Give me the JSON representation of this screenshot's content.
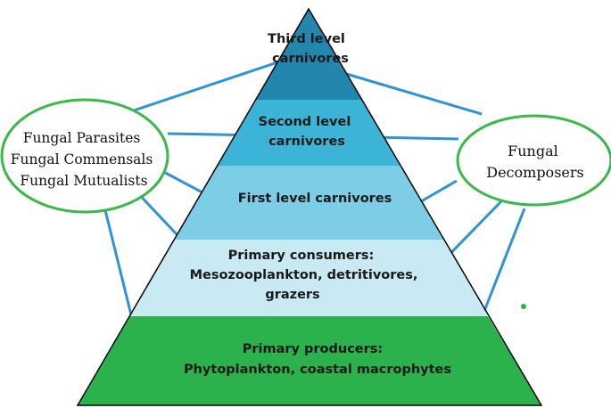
{
  "pyramid": {
    "tiers": [
      {
        "id": "third-level",
        "lines": [
          "Third level",
          "carnivores"
        ],
        "color": "#2387ad"
      },
      {
        "id": "second-level",
        "lines": [
          "Second level",
          "carnivores"
        ],
        "color": "#3bb4d8"
      },
      {
        "id": "first-level",
        "lines": [
          "First level carnivores"
        ],
        "color": "#7ccde5"
      },
      {
        "id": "primary-consumers",
        "lines": [
          "Primary consumers:",
          "Mesozooplankton, detritivores,",
          "grazers"
        ],
        "color": "#c9e9f3"
      },
      {
        "id": "primary-producers",
        "lines": [
          "Primary producers:",
          "Phytoplankton, coastal macrophytes"
        ],
        "color": "#2cb24c"
      }
    ]
  },
  "left_oval": {
    "lines": [
      "Fungal Parasites",
      "Fungal Commensals",
      "Fungal Mutualists"
    ],
    "stroke_color": "#3cb84a"
  },
  "right_oval": {
    "lines": [
      "Fungal",
      "Decomposers"
    ],
    "stroke_color": "#3cb84a"
  },
  "connector_color": "#2f93d8",
  "edge_color": "#000000"
}
